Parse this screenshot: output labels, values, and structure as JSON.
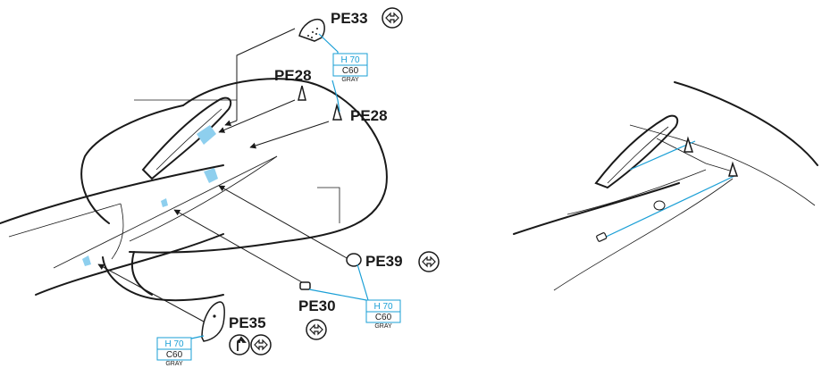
{
  "parts": {
    "pe33": "PE33",
    "pe28_top": "PE28",
    "pe28_right": "PE28",
    "pe39": "PE39",
    "pe30": "PE30",
    "pe35": "PE35"
  },
  "paint_codes": {
    "a": {
      "h": "H 70",
      "c": "C60",
      "gray": "GRAY"
    },
    "b": {
      "h": "H 70",
      "c": "C60",
      "gray": "GRAY"
    },
    "c": {
      "h": "H 70",
      "c": "C60",
      "gray": "GRAY"
    }
  },
  "symbols": {
    "rotate": "rotate-arrow-symbol",
    "flip": "flip-arrow-symbol"
  },
  "colors": {
    "ink": "#1a1a1a",
    "callout_blue": "#1a9fd6",
    "paint_area_blue": "#8ecfee"
  }
}
